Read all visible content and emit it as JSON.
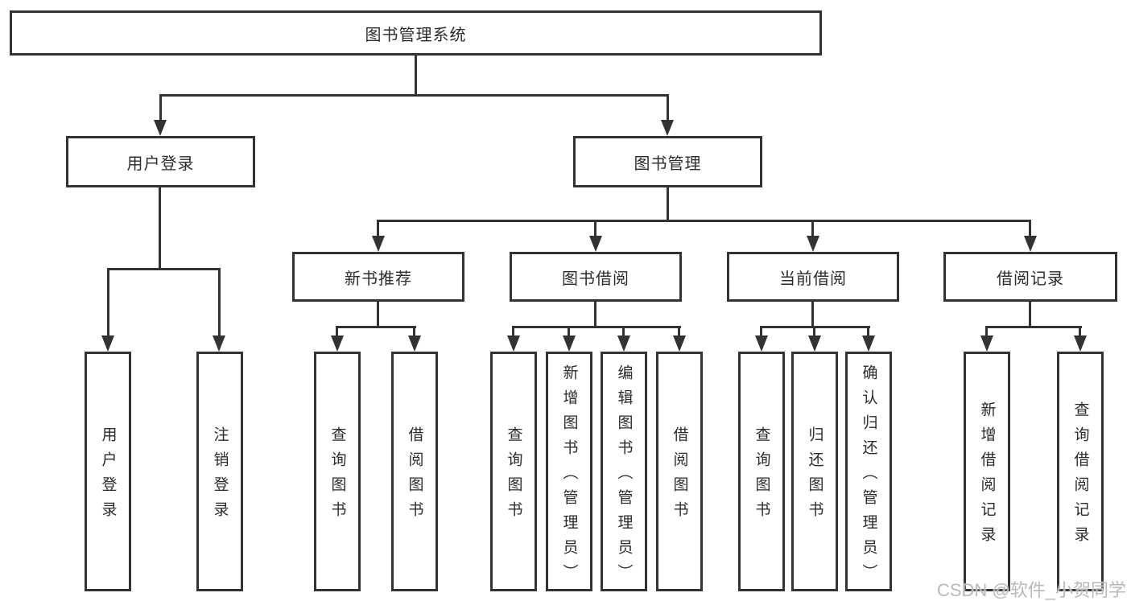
{
  "tree": {
    "label": "图书管理系统",
    "children": [
      {
        "label": "用户登录",
        "children": [
          {
            "label": "用户登录"
          },
          {
            "label": "注销登录"
          }
        ]
      },
      {
        "label": "图书管理",
        "children": [
          {
            "label": "新书推荐",
            "children": [
              {
                "label": "查询图书"
              },
              {
                "label": "借阅图书"
              }
            ]
          },
          {
            "label": "图书借阅",
            "children": [
              {
                "label": "查询图书"
              },
              {
                "label": "新增图书（管理员）"
              },
              {
                "label": "编辑图书（管理员）"
              },
              {
                "label": "借阅图书"
              }
            ]
          },
          {
            "label": "当前借阅",
            "children": [
              {
                "label": "查询图书"
              },
              {
                "label": "归还图书"
              },
              {
                "label": "确认归还（管理员）"
              }
            ]
          },
          {
            "label": "借阅记录",
            "children": [
              {
                "label": "新增借阅记录"
              },
              {
                "label": "查询借阅记录"
              }
            ]
          }
        ]
      }
    ]
  },
  "watermark": "CSDN @软件_小贺同学",
  "colors": {
    "line": "#333333",
    "text": "#2b2b2b",
    "background": "#ffffff",
    "watermark": "#b9b9b9"
  }
}
